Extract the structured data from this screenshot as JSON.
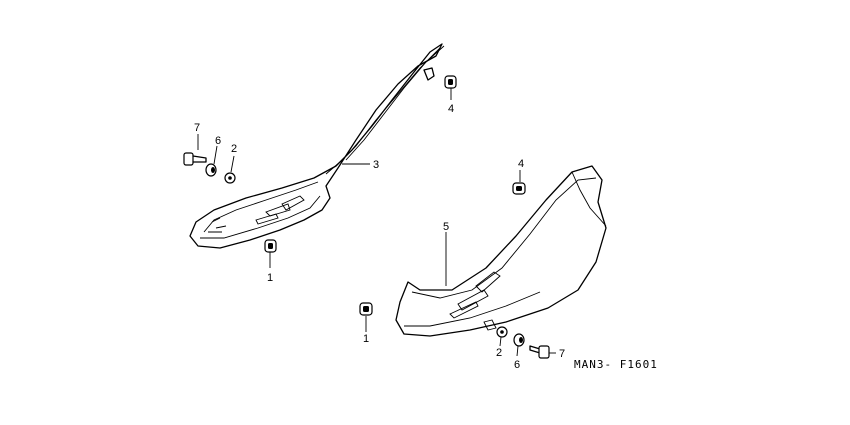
{
  "diagram": {
    "drawing_code": "MAN3- F1601",
    "callouts": {
      "left_grommet": "1",
      "left_washer": "2",
      "left_cover": "3",
      "left_top_grommet": "4",
      "left_collar": "6",
      "left_bolt": "7",
      "right_grommet": "1",
      "right_washer": "2",
      "right_top_grommet": "4",
      "right_cover": "5",
      "right_collar": "6",
      "right_bolt": "7"
    }
  }
}
